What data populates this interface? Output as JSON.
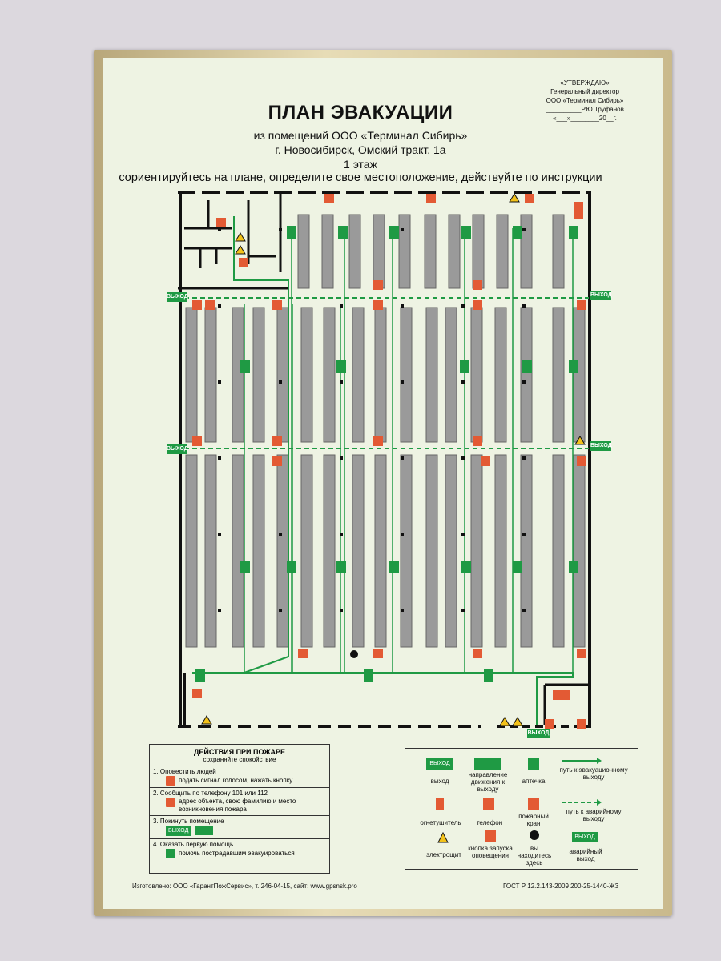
{
  "header": {
    "title": "ПЛАН ЭВАКУАЦИИ",
    "line1": "из помещений ООО «Терминал Сибирь»",
    "line2": "г. Новосибирск, Омский тракт, 1а",
    "line3": "1 этаж",
    "line4": "сориентируйтесь на плане, определите свое местоположение, действуйте по инструкции"
  },
  "approve": {
    "line1": "«УТВЕРЖДАЮ»",
    "line2": "Генеральный директор",
    "line3": "ООО «Терминал Сибирь»",
    "line4": "__________Р.Ю.Труфанов",
    "line5": "«___»________20__г."
  },
  "plan": {
    "exit_label": "ВЫХОД"
  },
  "actions": {
    "title": "ДЕЙСТВИЯ ПРИ ПОЖАРЕ",
    "subtitle": "сохраняйте спокойствие",
    "step1": "1. Оповестить людей",
    "step1_detail": "подать сигнал голосом, нажать кнопку",
    "step2": "2. Сообщить по телефону 101 или 112",
    "step2_detail": "адрес объекта, свою фамилию и место возникновения пожара",
    "step3": "3. Покинуть помещение",
    "step3_btn": "ВЫХОД",
    "step4": "4. Оказать первую помощь",
    "step4_detail": "помочь пострадавшим эвакуироваться"
  },
  "legend": {
    "exit": "выход",
    "exit_sign": "ВЫХОД",
    "direction": "направление движения к выходу",
    "firstaid": "аптечка",
    "evac_path": "путь к эвакуационному выходу",
    "extinguisher": "огнетушитель",
    "phone": "телефон",
    "hydrant": "пожарный кран",
    "emergency_path": "путь к аварийному выходу",
    "electric": "электрощит",
    "alarm_button": "кнопка запуска оповещения",
    "you_are_here": "вы находитесь здесь",
    "emergency_exit": "аварийный выход",
    "emergency_exit_sign": "ВЫХОД"
  },
  "footer": {
    "maker": "Изготовлено: ООО «ГарантПожСервис», т. 246-04-15, сайт: www.gpsnsk.pro",
    "standard": "ГОСТ Р 12.2.143-2009 200-25-1440-ЖЗ"
  },
  "colors": {
    "green": "#1f9a44",
    "red": "#e35a34",
    "board": "#eef3e3"
  }
}
